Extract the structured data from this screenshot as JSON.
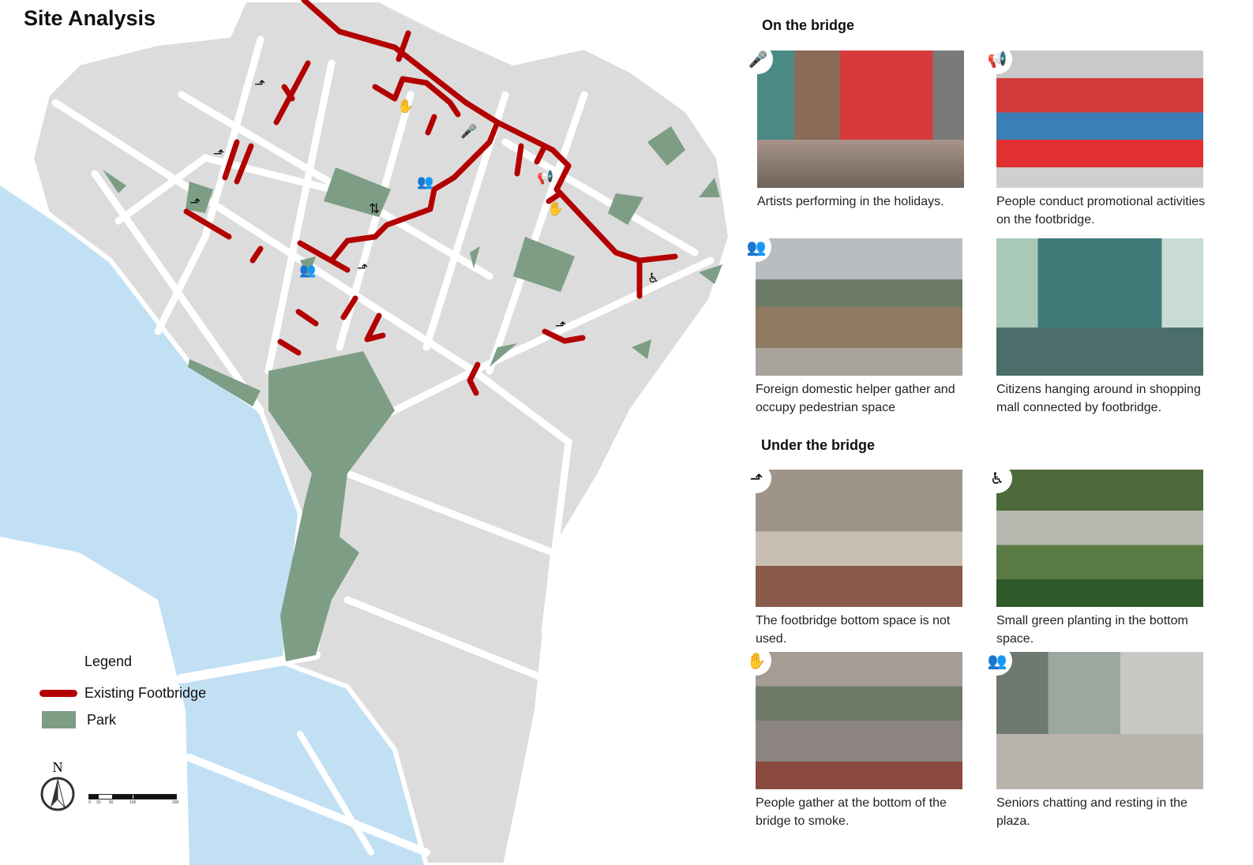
{
  "title": "Site Analysis",
  "legend": {
    "heading": "Legend",
    "items": [
      {
        "label": "Existing Footbridge",
        "color": "#b30000"
      },
      {
        "label": "Park",
        "color": "#7d9e84"
      }
    ]
  },
  "north_label": "N",
  "scale_bar": {
    "ticks": [
      "0",
      "20",
      "50",
      "100",
      "200"
    ]
  },
  "colors": {
    "water": "#c2e0f4",
    "land": "#dcdcdc",
    "road": "#ffffff",
    "park": "#7d9e84",
    "footbridge": "#b30000"
  },
  "sections": {
    "on_bridge": {
      "heading": "On the bridge",
      "cards": [
        {
          "icon": "microphone-music-icon",
          "glyph": "🎤",
          "caption": "Artists performing in the holidays."
        },
        {
          "icon": "megaphone-icon",
          "glyph": "📢",
          "caption": "People conduct promotional activities on the footbridge."
        },
        {
          "icon": "people-chat-icon",
          "glyph": "👥",
          "caption": "Foreign domestic helper gather and occupy pedestrian space"
        },
        {
          "icon": "",
          "glyph": "",
          "caption": "Citizens hanging around in shopping mall connected by footbridge."
        }
      ]
    },
    "under_bridge": {
      "heading": "Under the bridge",
      "cards": [
        {
          "icon": "stairs-icon",
          "glyph": "⬏",
          "caption": "The footbridge bottom space is not used."
        },
        {
          "icon": "wheelchair-ramp-icon",
          "glyph": "♿",
          "caption": "Small green planting in the bottom space."
        },
        {
          "icon": "hand-smoking-icon",
          "glyph": "✋",
          "caption": "People gather at the bottom of the bridge to smoke."
        },
        {
          "icon": "people-chat-icon",
          "glyph": "👥",
          "caption": "Seniors chatting and resting in the plaza."
        }
      ]
    }
  }
}
